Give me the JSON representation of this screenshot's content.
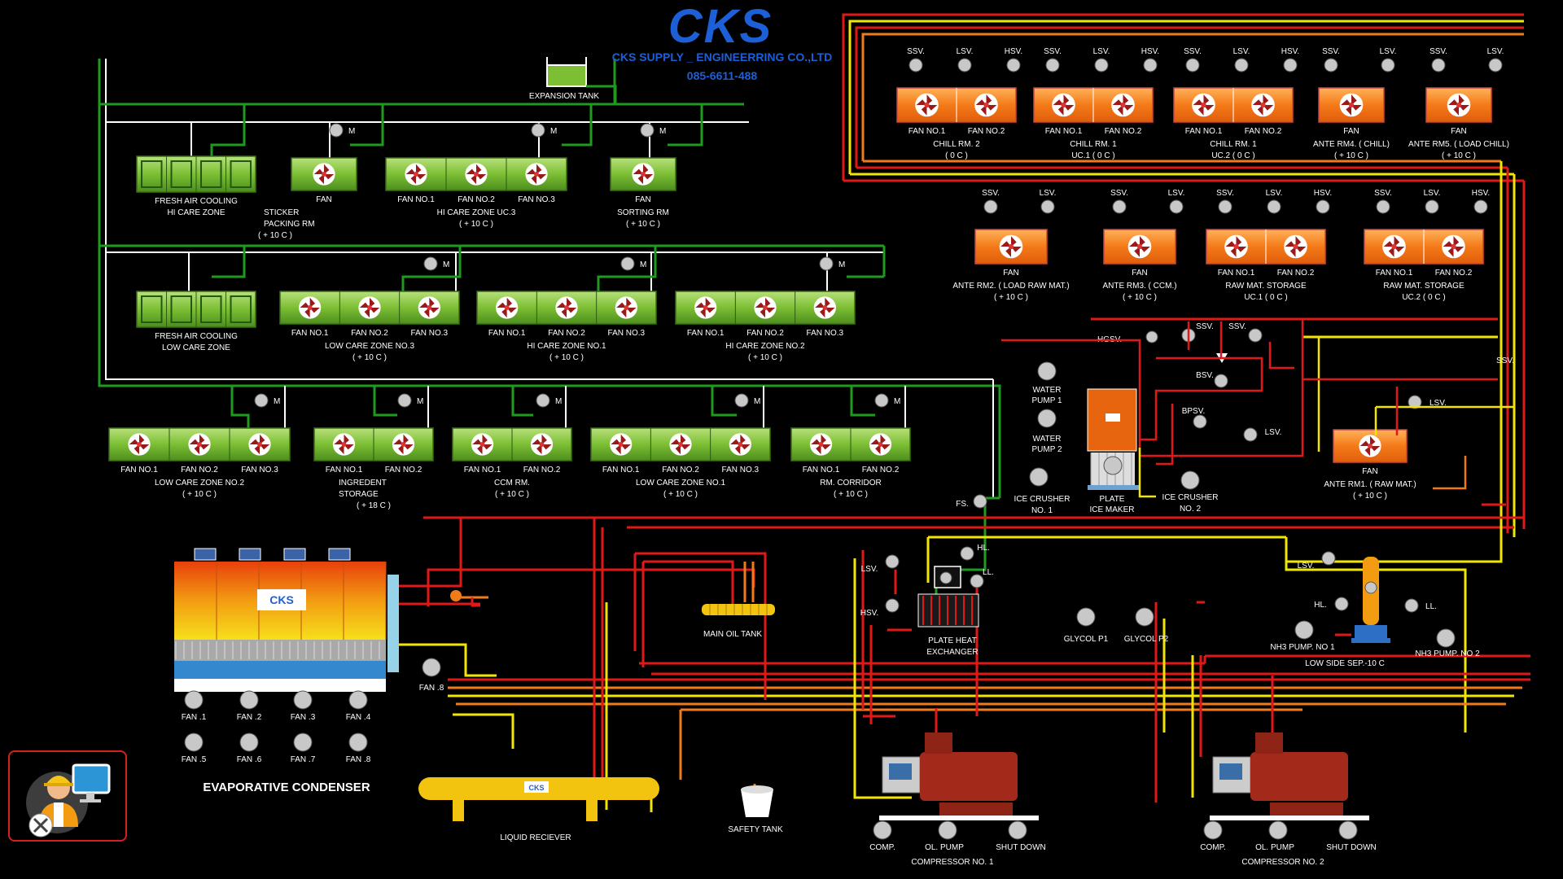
{
  "header": {
    "logo_text": "CKS",
    "company": "CKS SUPPLY  _  ENGINEERRING CO.,LTD",
    "phone": "085-6611-488"
  },
  "expansion_tank": "EXPANSION TANK",
  "motor_label": "M",
  "units": [
    {
      "id": "fresh-air-hi",
      "type": "green-ahu",
      "fans": [
        "FRESH AIR COOLING"
      ],
      "lines": [
        "HI CARE ZONE"
      ]
    },
    {
      "id": "sticker",
      "type": "green",
      "fans": [
        "FAN"
      ],
      "lines": [
        "STICKER",
        "PACKING RM",
        "( + 10 C )"
      ]
    },
    {
      "id": "hi-care-uc3",
      "type": "green",
      "fans": [
        "FAN NO.1",
        "FAN NO.2",
        "FAN NO.3"
      ],
      "lines": [
        "HI CARE ZONE UC.3",
        "( + 10 C )"
      ]
    },
    {
      "id": "sorting",
      "type": "green",
      "fans": [
        "FAN"
      ],
      "lines": [
        "SORTING RM",
        "( + 10 C )"
      ]
    },
    {
      "id": "fresh-air-low",
      "type": "green-ahu",
      "fans": [
        "FRESH AIR COOLING"
      ],
      "lines": [
        "LOW CARE ZONE"
      ]
    },
    {
      "id": "low-care-3",
      "type": "green",
      "fans": [
        "FAN NO.1",
        "FAN NO.2",
        "FAN NO.3"
      ],
      "lines": [
        "LOW CARE ZONE  NO.3",
        "( + 10 C )"
      ]
    },
    {
      "id": "hi-care-1",
      "type": "green",
      "fans": [
        "FAN NO.1",
        "FAN NO.2",
        "FAN NO.3"
      ],
      "lines": [
        "HI CARE  ZONE  NO.1",
        "( + 10 C )"
      ]
    },
    {
      "id": "hi-care-2",
      "type": "green",
      "fans": [
        "FAN NO.1",
        "FAN NO.2",
        "FAN NO.3"
      ],
      "lines": [
        "HI CARE  ZONE  NO.2",
        "( + 10 C )"
      ]
    },
    {
      "id": "low-care-2",
      "type": "green",
      "fans": [
        "FAN NO.1",
        "FAN NO.2",
        "FAN NO.3"
      ],
      "lines": [
        "LOW CARE ZONE  NO.2",
        "( + 10 C )"
      ]
    },
    {
      "id": "ingredient",
      "type": "green",
      "fans": [
        "FAN NO.1",
        "FAN NO.2"
      ],
      "lines": [
        "INGREDENT",
        "STORAGE",
        "( + 18 C )"
      ]
    },
    {
      "id": "ccm",
      "type": "green",
      "fans": [
        "FAN NO.1",
        "FAN NO.2"
      ],
      "lines": [
        "CCM  RM.",
        "( + 10 C )"
      ]
    },
    {
      "id": "low-care-1",
      "type": "green",
      "fans": [
        "FAN NO.1",
        "FAN NO.2",
        "FAN NO.3"
      ],
      "lines": [
        "LOW CARE ZONE  NO.1",
        "( + 10 C )"
      ]
    },
    {
      "id": "corridor",
      "type": "green",
      "fans": [
        "FAN NO.1",
        "FAN NO.2"
      ],
      "lines": [
        "RM. CORRIDOR",
        "( + 10 C )"
      ]
    },
    {
      "id": "chill-rm2",
      "type": "orange",
      "fans": [
        "FAN NO.1",
        "FAN NO.2"
      ],
      "lines": [
        "CHILL  RM. 2",
        "( 0 C )"
      ],
      "valves": [
        "SSV.",
        "LSV.",
        "HSV."
      ]
    },
    {
      "id": "chill-rm1",
      "type": "orange",
      "fans": [
        "FAN NO.1",
        "FAN NO.2"
      ],
      "lines": [
        "CHILL  RM. 1",
        "UC.1 ( 0 C )"
      ],
      "valves": [
        "SSV.",
        "LSV.",
        "HSV."
      ]
    },
    {
      "id": "chill-uc2",
      "type": "orange",
      "fans": [
        "FAN NO.1",
        "FAN NO.2"
      ],
      "lines": [
        "CHILL  RM. 1",
        "UC.2 ( 0 C )"
      ],
      "valves": [
        "SSV.",
        "LSV.",
        "HSV."
      ]
    },
    {
      "id": "ante-rm4",
      "type": "orange",
      "fans": [
        "FAN"
      ],
      "lines": [
        "ANTE RM4. ( CHILL)",
        "( + 10 C )"
      ],
      "valves": [
        "SSV.",
        "LSV."
      ]
    },
    {
      "id": "ante-rm5",
      "type": "orange",
      "fans": [
        "FAN"
      ],
      "lines": [
        "ANTE RM5. ( LOAD CHILL)",
        "( + 10 C )"
      ],
      "valves": [
        "SSV.",
        "LSV."
      ]
    },
    {
      "id": "ante-rm2",
      "type": "orange",
      "fans": [
        "FAN"
      ],
      "lines": [
        "ANTE RM2. ( LOAD RAW MAT.)",
        "( + 10 C )"
      ],
      "valves": [
        "SSV.",
        "LSV."
      ]
    },
    {
      "id": "ante-rm3",
      "type": "orange",
      "fans": [
        "FAN"
      ],
      "lines": [
        "ANTE RM3. ( CCM.)",
        "( + 10 C )"
      ],
      "valves": [
        "SSV.",
        "LSV."
      ]
    },
    {
      "id": "raw-uc1",
      "type": "orange",
      "fans": [
        "FAN NO.1",
        "FAN NO.2"
      ],
      "lines": [
        "RAW MAT. STORAGE",
        "UC.1 ( 0 C )"
      ],
      "valves": [
        "SSV.",
        "LSV.",
        "HSV."
      ]
    },
    {
      "id": "raw-uc2",
      "type": "orange",
      "fans": [
        "FAN NO.1",
        "FAN NO.2"
      ],
      "lines": [
        "RAW MAT. STORAGE",
        "UC.2 ( 0 C )"
      ],
      "valves": [
        "SSV.",
        "LSV.",
        "HSV."
      ]
    },
    {
      "id": "ante-rm1",
      "type": "orange",
      "fans": [
        "FAN"
      ],
      "lines": [
        "ANTE RM1. ( RAW MAT.)",
        "( + 10 C )"
      ]
    }
  ],
  "ice_section": {
    "hgsv": "HGSV.",
    "ssv1": "SSV.",
    "ssv2": "SSV.",
    "bsv": "BSV.",
    "bpsv": "BPSV.",
    "lsv": "LSV.",
    "water_pump_1": [
      "WATER",
      "PUMP 1"
    ],
    "water_pump_2": [
      "WATER",
      "PUMP 2"
    ],
    "ice_crusher_1": [
      "ICE CRUSHER",
      "NO. 1"
    ],
    "ice_crusher_2": [
      "ICE CRUSHER",
      "NO. 2"
    ],
    "plate_ice": [
      "PLATE",
      "ICE MAKER"
    ],
    "fs": "FS.",
    "ante_ssv": "SSV.",
    "ante_lsv": "LSV."
  },
  "condenser": {
    "title": "EVAPORATIVE CONDENSER",
    "fans": [
      "FAN .1",
      "FAN .2",
      "FAN .3",
      "FAN .4",
      "FAN .5",
      "FAN .6",
      "FAN .7",
      "FAN .8"
    ],
    "fan8": "FAN .8"
  },
  "liquid_receiver": "LIQUID  RECIEVER",
  "main_oil_tank": "MAIN OIL TANK",
  "safety_tank": "SAFETY TANK",
  "phe": {
    "title": [
      "PLATE HEAT",
      "EXCHANGER"
    ],
    "lsv": "LSV.",
    "hsv": "HSV.",
    "hl": "HL.",
    "ll": "LL."
  },
  "glycol": [
    "GLYCOL  P1",
    "GLYCOL  P2"
  ],
  "lowside": {
    "title": "LOW SIDE SEP.-10 C",
    "lsv": "LSV.",
    "hl": "HL.",
    "ll": "LL.",
    "pump1": "NH3  PUMP. NO 1",
    "pump2": "NH3  PUMP. NO 2"
  },
  "compressors": [
    {
      "name": "COMPRESSOR  NO. 1",
      "comp": "COMP.",
      "oil": "OL. PUMP",
      "shut": "SHUT  DOWN"
    },
    {
      "name": "COMPRESSOR  NO. 2",
      "comp": "COMP.",
      "oil": "OL. PUMP",
      "shut": "SHUT  DOWN"
    }
  ],
  "colors": {
    "green": "#1f9a1f",
    "red": "#e01818",
    "yellow": "#f2e600",
    "orange": "#ef7b1a",
    "white": "#ffffff",
    "dark_red": "#a3291a"
  }
}
